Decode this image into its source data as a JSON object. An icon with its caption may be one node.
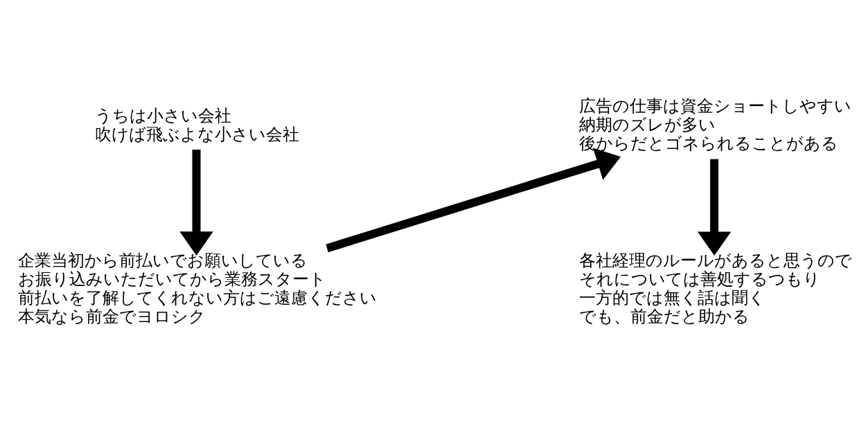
{
  "diagram": {
    "nodes": [
      {
        "text": [
          "うちは小さい会社",
          "吹けば飛ぶよな小さい会社"
        ]
      },
      {
        "text": [
          "企業当初から前払いでお願いしている",
          "お振り込みいただいてから業務スタート",
          "前払いを了解してくれない方はご遠慮ください",
          "本気なら前金でヨロシク"
        ]
      },
      {
        "text": [
          "広告の仕事は資金ショートしやすい",
          "納期のズレが多い",
          "後からだとゴネられることがある"
        ]
      },
      {
        "text": [
          "各社経理のルールがあると思うので",
          "それについては善処するつもり",
          "一方的では無く話は聞く",
          "でも、前金だと助かる"
        ]
      }
    ],
    "edges": [
      {
        "from": 0,
        "to": 1,
        "arrow": "to"
      },
      {
        "from": 1,
        "to": 2,
        "arrow": "to"
      },
      {
        "from": 2,
        "to": 3,
        "arrow": "to"
      }
    ]
  }
}
